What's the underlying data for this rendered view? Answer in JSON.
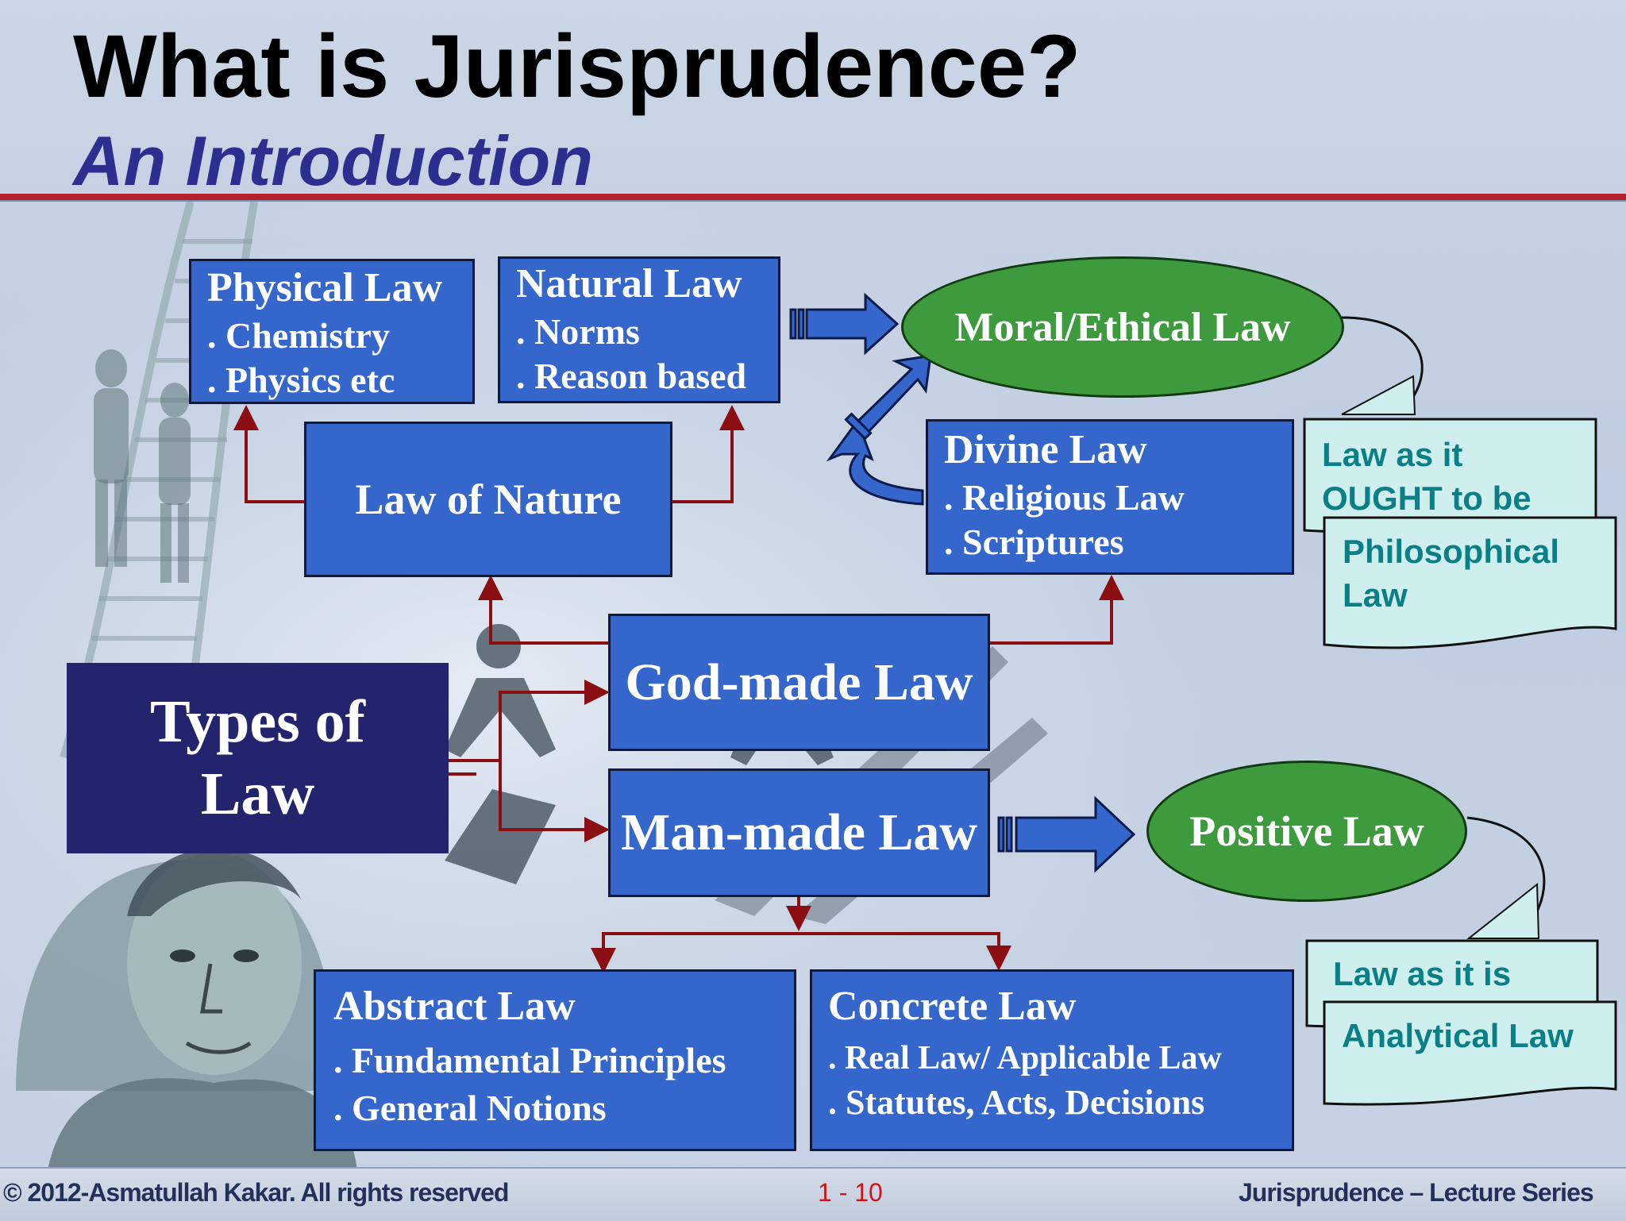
{
  "header": {
    "title": "What is Jurisprudence?",
    "subtitle": "An Introduction"
  },
  "diagram": {
    "physical_law": {
      "title": "Physical Law",
      "items": [
        ". Chemistry",
        ". Physics etc"
      ]
    },
    "natural_law": {
      "title": "Natural Law",
      "items": [
        ". Norms",
        ". Reason based"
      ]
    },
    "law_of_nature": "Law of Nature",
    "moral_ethical_law": "Moral/Ethical Law",
    "divine_law": {
      "title": "Divine Law",
      "items": [
        ". Religious Law",
        ". Scriptures"
      ]
    },
    "ought_note": {
      "line1": "Law as it",
      "line2": "OUGHT to be"
    },
    "philosophical_note": {
      "line1": "Philosophical",
      "line2": "Law"
    },
    "types_of_law": {
      "line1": "Types of",
      "line2": "Law"
    },
    "god_made_law": "God-made Law",
    "man_made_law": "Man-made Law",
    "positive_law": "Positive Law",
    "is_note": "Law as it is",
    "analytical_note": "Analytical Law",
    "abstract_law": {
      "title": "Abstract Law",
      "items": [
        ". Fundamental Principles",
        ". General Notions"
      ]
    },
    "concrete_law": {
      "title": "Concrete Law",
      "items": [
        ". Real Law/ Applicable Law",
        ". Statutes, Acts, Decisions"
      ]
    }
  },
  "footer": {
    "copyright": "© 2012-Asmatullah Kakar. All rights reserved",
    "page": "1 - 10",
    "series": "Jurisprudence – Lecture Series"
  },
  "colors": {
    "box_blue": "#3466cc",
    "ellipse_green": "#3d9a3d",
    "navy": "#24246e",
    "connector_red": "#8b0f12",
    "note_fill": "#cfeeee",
    "note_text": "#0b7f86",
    "rule_red": "#b3202a"
  }
}
